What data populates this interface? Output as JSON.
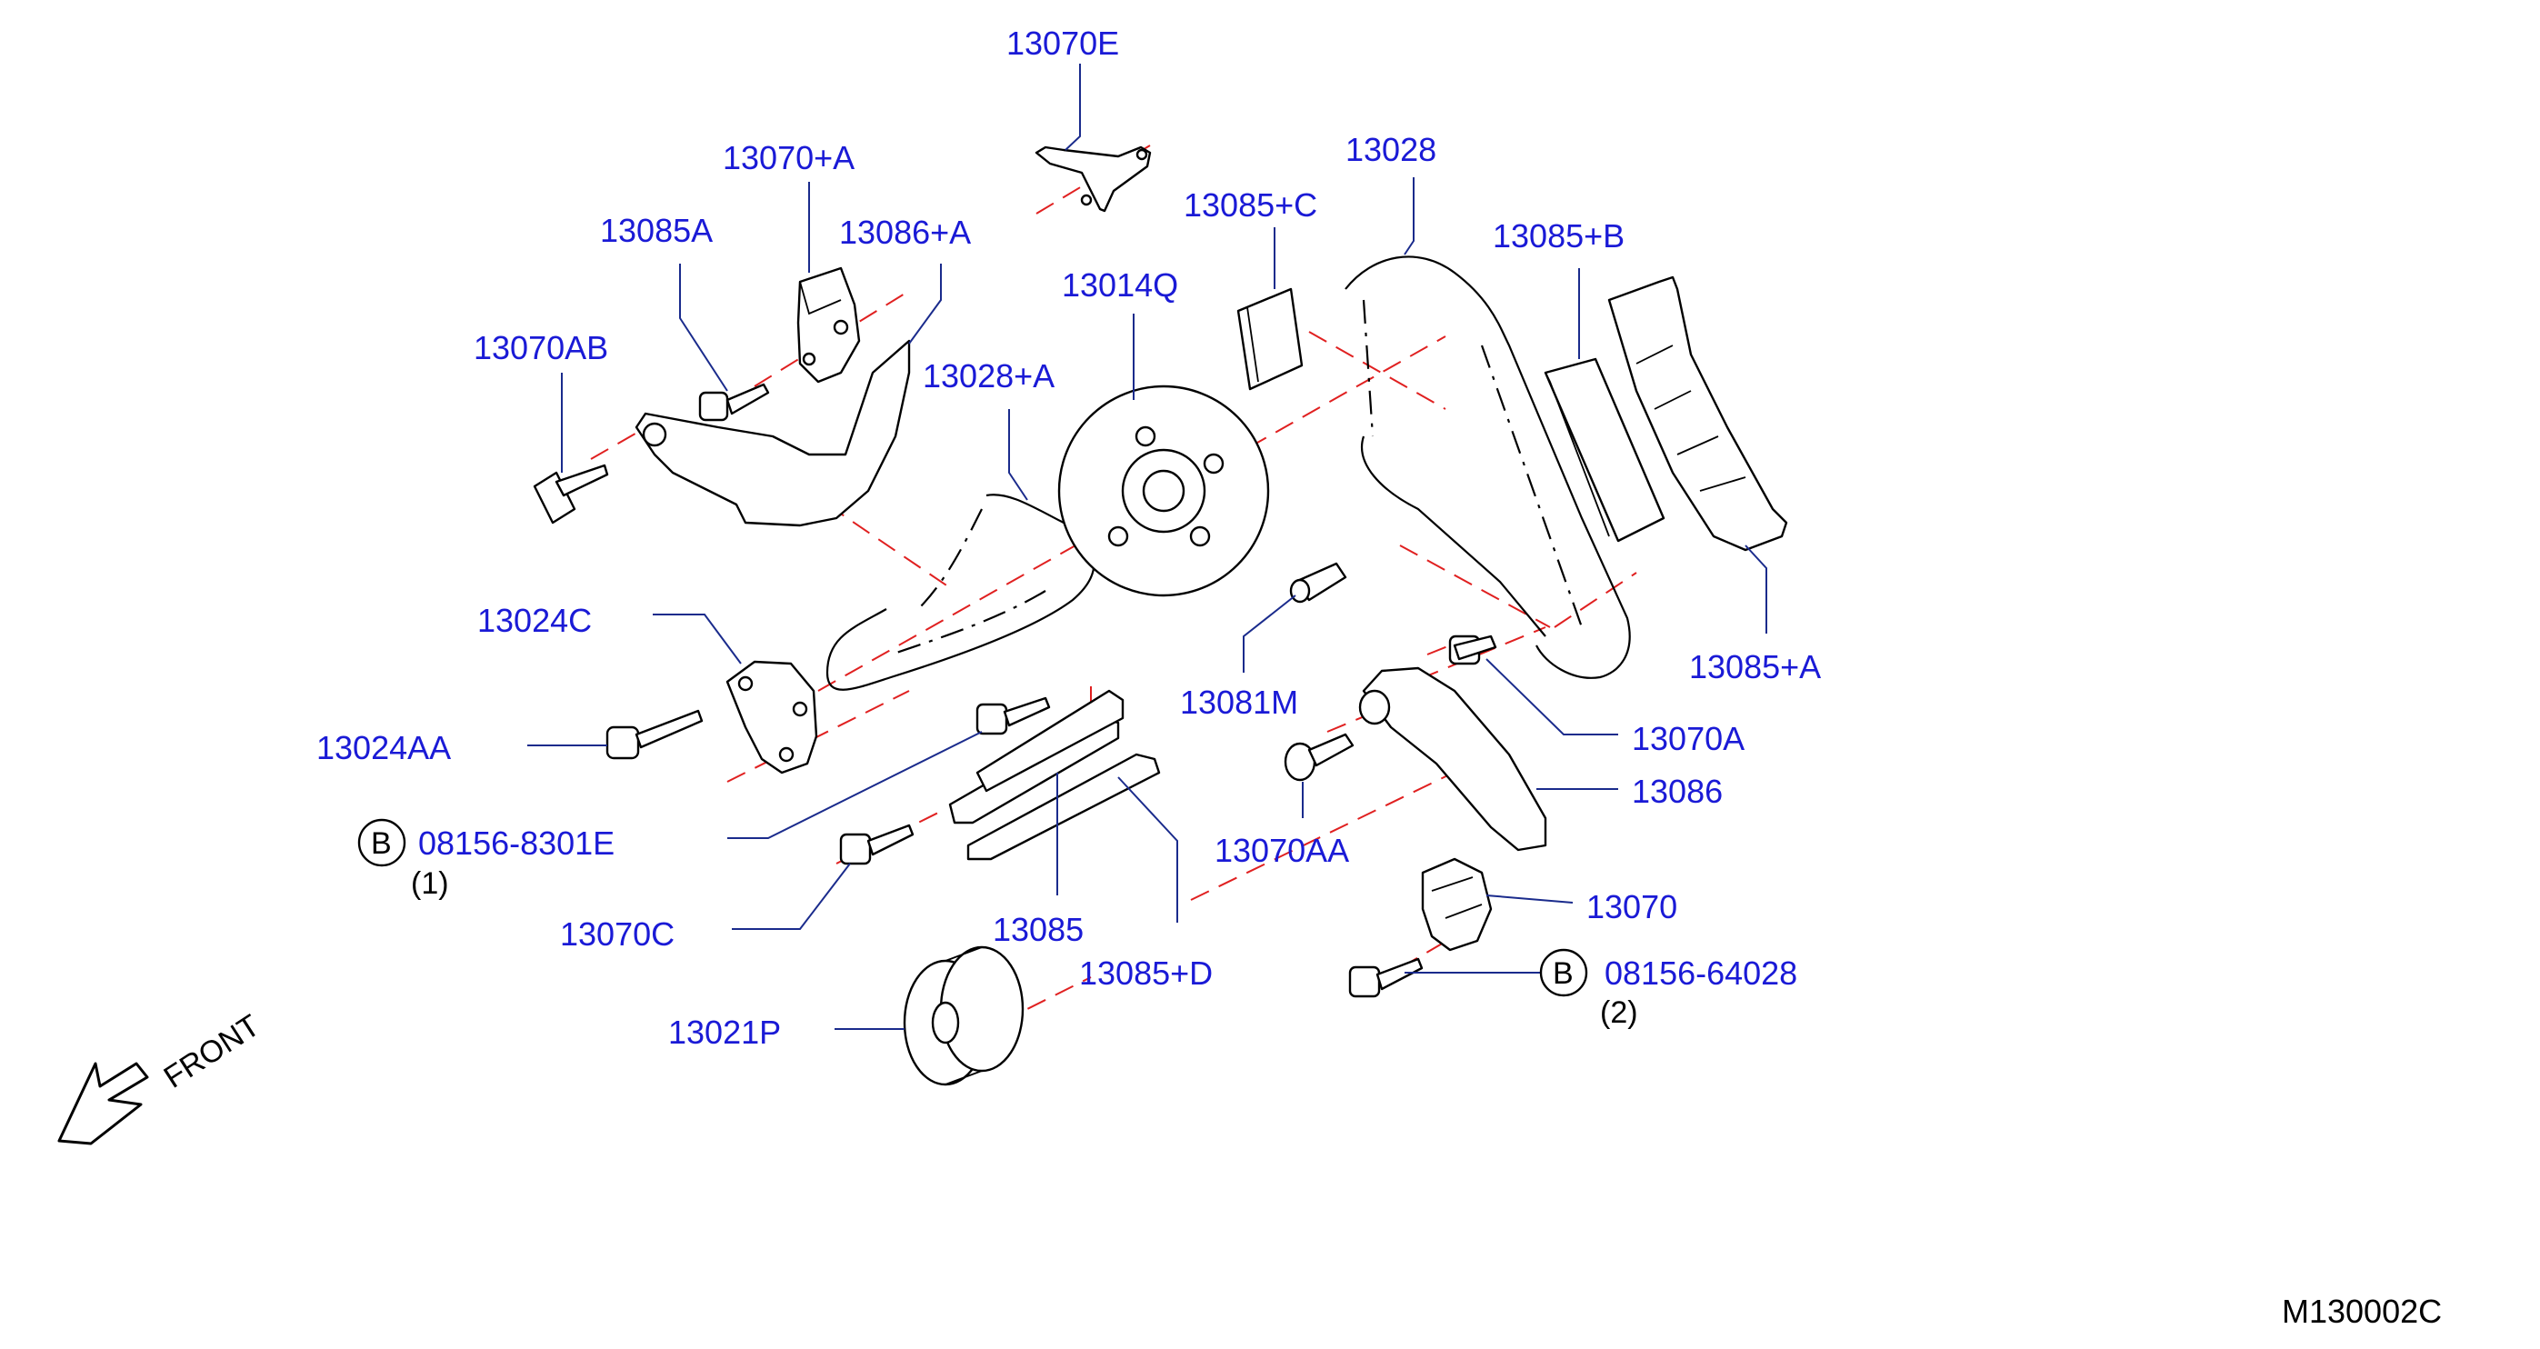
{
  "labels": {
    "p13070E": "13070E",
    "p13070A_plus": "13070+A",
    "p13085A": "13085A",
    "p13086A_plus": "13086+A",
    "p13070AB": "13070AB",
    "p13028A_plus": "13028+A",
    "p13014Q": "13014Q",
    "p13085C_plus": "13085+C",
    "p13028": "13028",
    "p13085B_plus": "13085+B",
    "p13024C": "13024C",
    "p13024AA": "13024AA",
    "p13081M": "13081M",
    "p13085A_plus": "13085+A",
    "p13070A": "13070A",
    "p13086": "13086",
    "p08156_8301E": "08156-8301E",
    "p13070AA": "13070AA",
    "p13070C": "13070C",
    "p13085": "13085",
    "p13070": "13070",
    "p13085D_plus": "13085+D",
    "p08156_64028": "08156-64028",
    "p13021P": "13021P"
  },
  "bolt_notes": {
    "b1_letter": "B",
    "b1_qty": "(1)",
    "b2_letter": "B",
    "b2_qty": "(2)"
  },
  "front_indicator": "FRONT",
  "diagram_code": "M130002C",
  "colors": {
    "callout_text": "#1a1ad6",
    "leader_line": "#1a2b8c",
    "centerline": "#e02020",
    "part_outline": "#000000"
  }
}
